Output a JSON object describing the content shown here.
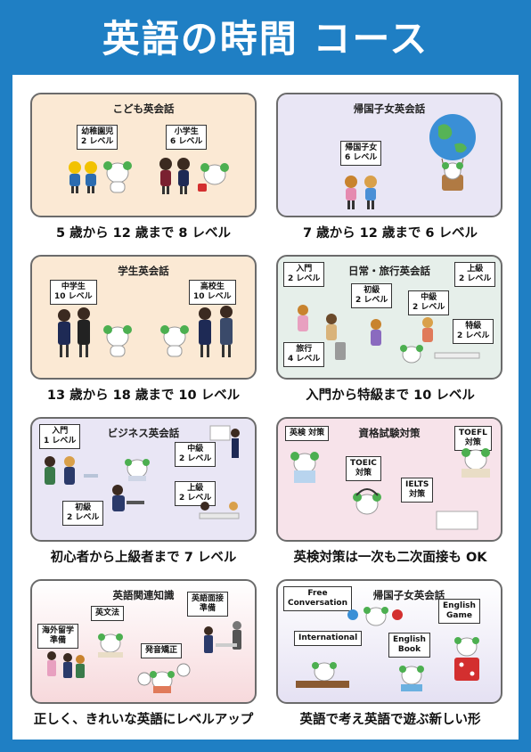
{
  "header": {
    "title": "英語の時間 コース"
  },
  "cards": [
    {
      "title": "こども英会話",
      "caption": "5 歳から 12 歳まで 8 レベル",
      "labels": [
        "幼稚園児\n2 レベル",
        "小学生\n6 レベル"
      ]
    },
    {
      "title": "帰国子女英会話",
      "caption": "7 歳から 12 歳まで 6 レベル",
      "labels": [
        "帰国子女\n6 レベル"
      ]
    },
    {
      "title": "学生英会話",
      "caption": "13 歳から 18 歳まで 10 レベル",
      "labels": [
        "中学生\n10 レベル",
        "高校生\n10 レベル"
      ]
    },
    {
      "title": "日常・旅行英会話",
      "caption": "入門から特級まで 10 レベル",
      "labels": [
        "入門\n2 レベル",
        "初級\n2 レベル",
        "中級\n2 レベル",
        "上級\n2 レベル",
        "特級\n2 レベル",
        "旅行\n4 レベル"
      ]
    },
    {
      "title": "ビジネス英会話",
      "caption": "初心者から上級者まで 7 レベル",
      "labels": [
        "入門\n1 レベル",
        "中級\n2 レベル",
        "初級\n2 レベル",
        "上級\n2 レベル"
      ]
    },
    {
      "title": "資格試験対策",
      "caption": "英検対策は一次も二次面接も OK",
      "labels": [
        "英検 対策",
        "TOEFL\n対策",
        "TOEIC\n対策",
        "IELTS\n対策"
      ]
    },
    {
      "title": "英語関連知識",
      "caption": "正しく、きれいな英語にレベルアップ",
      "labels": [
        "英語面接\n準備",
        "英文法",
        "海外留学\n準備",
        "発音矯正"
      ]
    },
    {
      "title": "帰国子女英会話",
      "caption": "英語で考え英語で遊ぶ新しい形",
      "labels": [
        "Free\nConversation",
        "English\nGame",
        "International",
        "English\nBook"
      ]
    }
  ],
  "colors": {
    "header_blue": "#1f7fc4",
    "peach": "#fbe9d4",
    "lavender": "#e9e6f5",
    "mascot_green": "#4caf50"
  }
}
